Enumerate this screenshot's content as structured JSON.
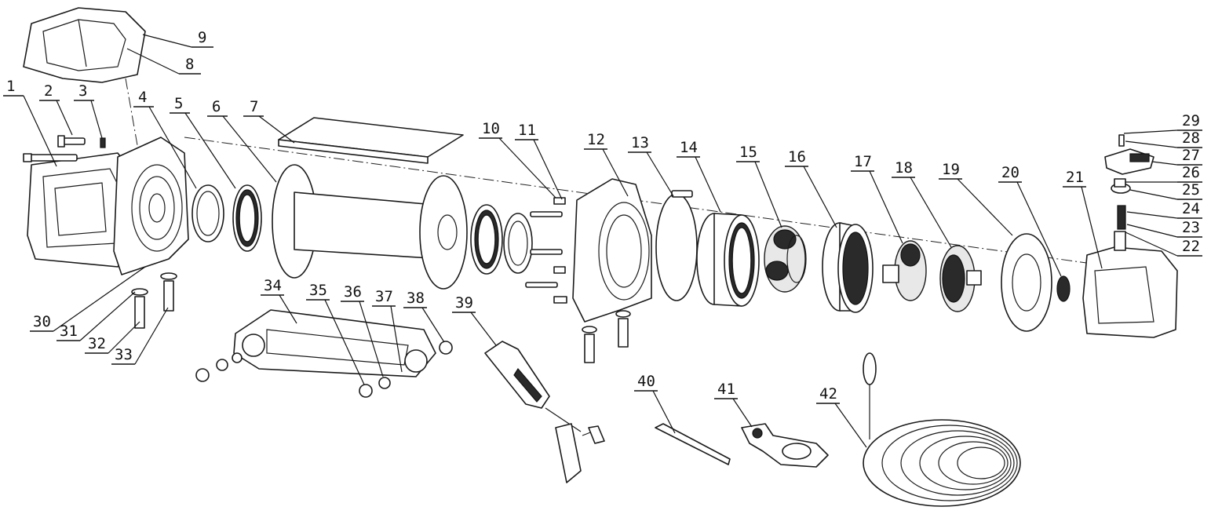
{
  "callouts": [
    "1",
    "2",
    "3",
    "4",
    "5",
    "6",
    "7",
    "8",
    "9",
    "10",
    "11",
    "12",
    "13",
    "14",
    "15",
    "16",
    "17",
    "18",
    "19",
    "20",
    "21",
    "22",
    "23",
    "24",
    "25",
    "26",
    "27",
    "28",
    "29",
    "30",
    "31",
    "32",
    "33",
    "34",
    "35",
    "36",
    "37",
    "38",
    "39",
    "40",
    "41",
    "42"
  ],
  "style": {
    "line_color": "#1a1a1a",
    "background": "#ffffff"
  }
}
